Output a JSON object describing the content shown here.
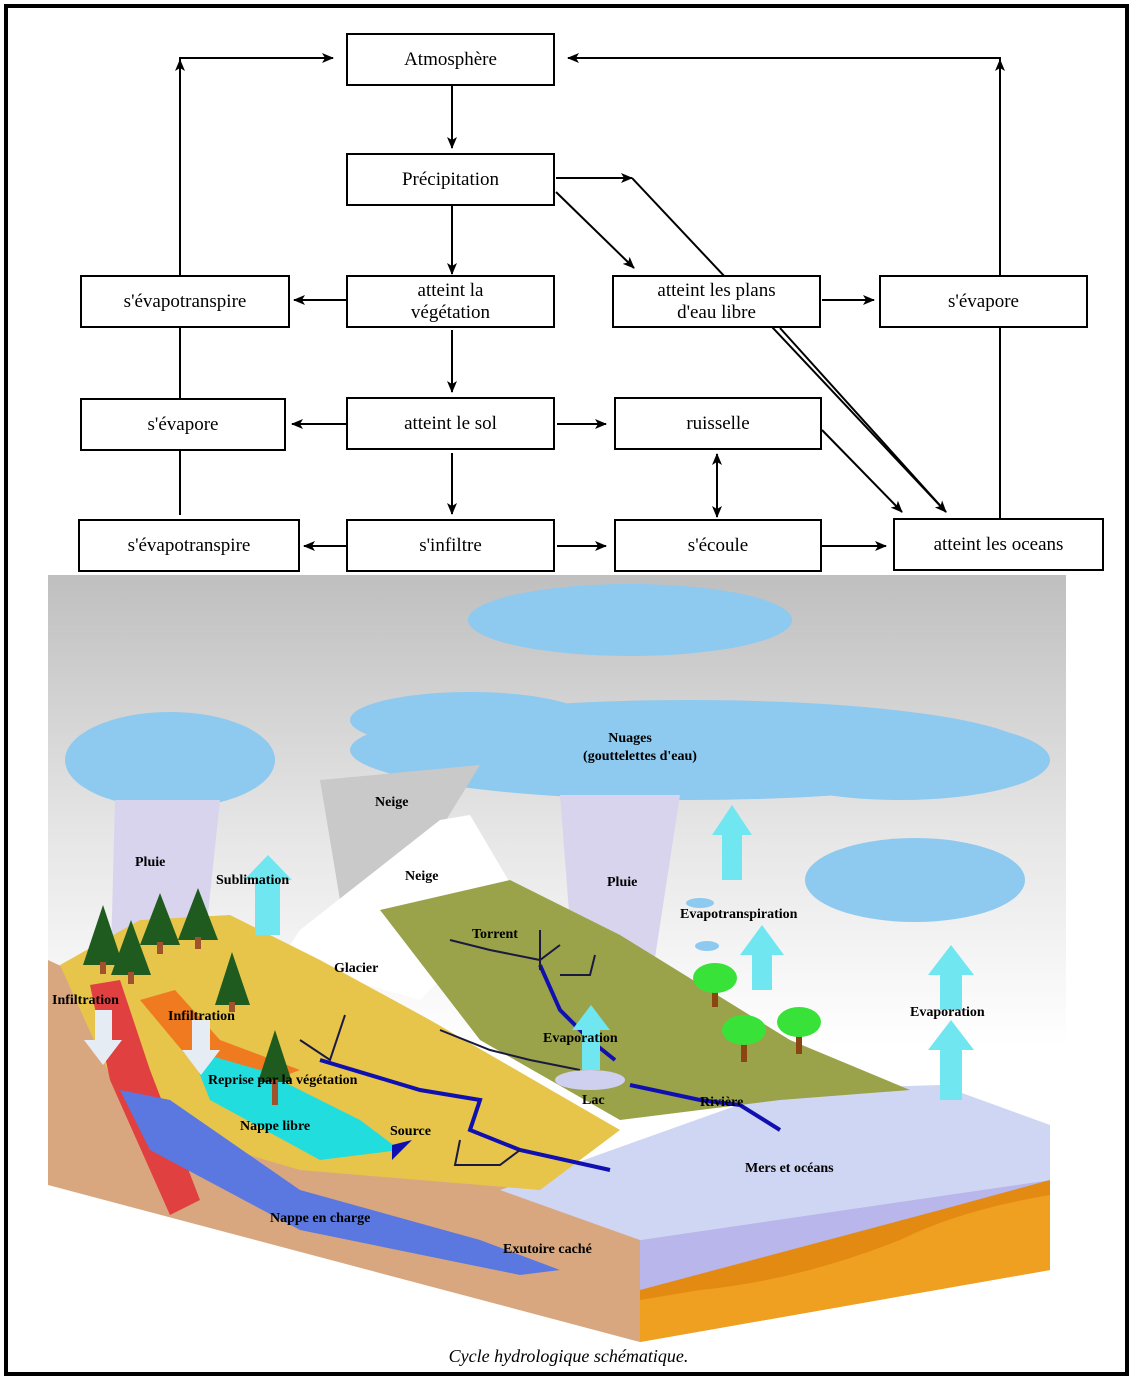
{
  "flowchart": {
    "boxes": {
      "atmosphere": "Atmosphère",
      "precipitation": "Précipitation",
      "evapotranspire_top": "s'évapotranspire",
      "vegetation": "atteint la\nvégétation",
      "plans_eau": "atteint les plans\nd'eau libre",
      "evapore_right": "s'évapore",
      "evapore_left": "s'évapore",
      "sol": "atteint le sol",
      "ruisselle": "ruisselle",
      "evapotranspire_bottom": "s'évapotranspire",
      "infiltre": "s'infiltre",
      "ecoule": "s'écoule",
      "oceans": "atteint les oceans"
    }
  },
  "illustration": {
    "labels": {
      "nuages": "Nuages",
      "nuages_sub": "(gouttelettes d'eau)",
      "neige_1": "Neige",
      "neige_2": "Neige",
      "pluie_left": "Pluie",
      "pluie_right": "Pluie",
      "sublimation": "Sublimation",
      "evapotranspiration": "Evapotranspiration",
      "torrent": "Torrent",
      "glacier": "Glacier",
      "infiltration_1": "Infiltration",
      "infiltration_2": "Infiltration",
      "evaporation_lake": "Evaporation",
      "evaporation_sea": "Evaporation",
      "reprise": "Reprise par la végétation",
      "lac": "Lac",
      "riviere": "Rivière",
      "nappe_libre": "Nappe libre",
      "source": "Source",
      "mers": "Mers et océans",
      "nappe_charge": "Nappe en charge",
      "exutoire": "Exutoire caché"
    }
  },
  "caption": "Cycle hydrologique schématique."
}
